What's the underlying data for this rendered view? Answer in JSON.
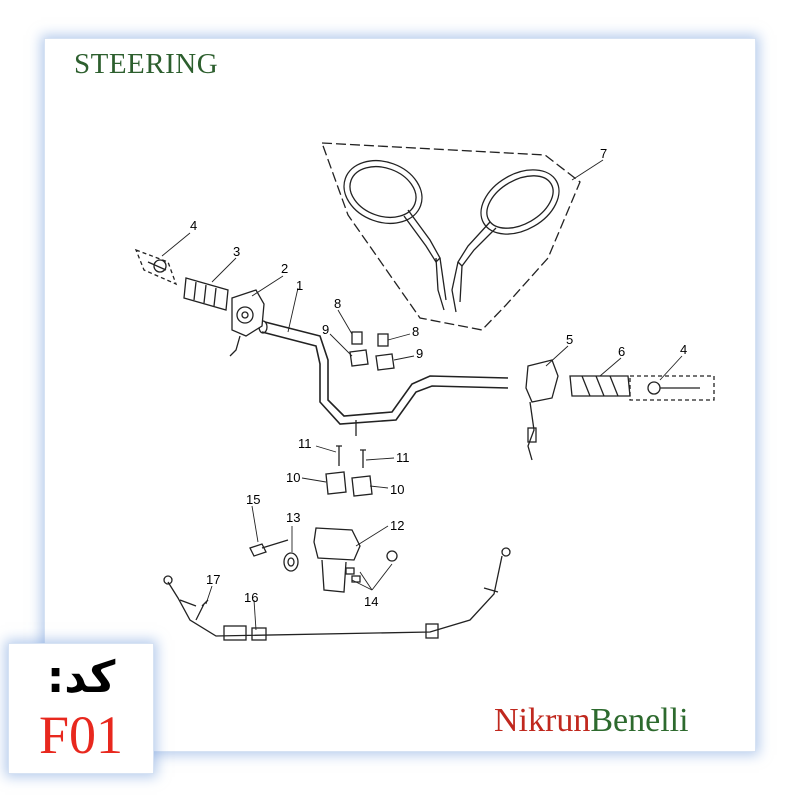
{
  "title": "STEERING",
  "code": {
    "label": "کد:",
    "value": "F01"
  },
  "brand": {
    "part1": "Nikrun",
    "part2": "Benelli"
  },
  "callouts": {
    "c1": "1",
    "c2": "2",
    "c3": "3",
    "c4a": "4",
    "c4b": "4",
    "c5": "5",
    "c6": "6",
    "c7": "7",
    "c8a": "8",
    "c8b": "8",
    "c9a": "9",
    "c9b": "9",
    "c10a": "10",
    "c10b": "10",
    "c11a": "11",
    "c11b": "11",
    "c12": "12",
    "c13": "13",
    "c14": "14",
    "c15": "15",
    "c16": "16",
    "c17": "17"
  }
}
